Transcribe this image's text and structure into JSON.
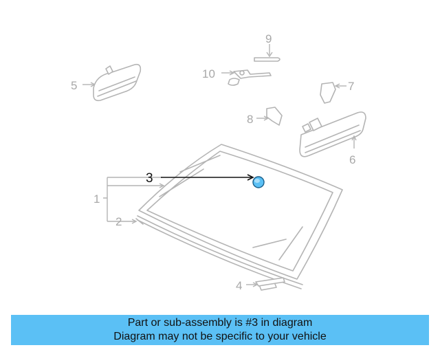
{
  "diagram": {
    "callouts": [
      {
        "id": "1",
        "label": "1"
      },
      {
        "id": "2",
        "label": "2"
      },
      {
        "id": "3",
        "label": "3"
      },
      {
        "id": "4",
        "label": "4"
      },
      {
        "id": "5",
        "label": "5"
      },
      {
        "id": "6",
        "label": "6"
      },
      {
        "id": "7",
        "label": "7"
      },
      {
        "id": "8",
        "label": "8"
      },
      {
        "id": "9",
        "label": "9"
      },
      {
        "id": "10",
        "label": "10"
      }
    ],
    "highlighted_part": "3",
    "highlight_color": "#5bc0f5"
  },
  "banner": {
    "line1": "Part or sub-assembly is #3 in diagram",
    "line2": "Diagram may not be specific to your vehicle",
    "background": "#5bc0f5"
  }
}
